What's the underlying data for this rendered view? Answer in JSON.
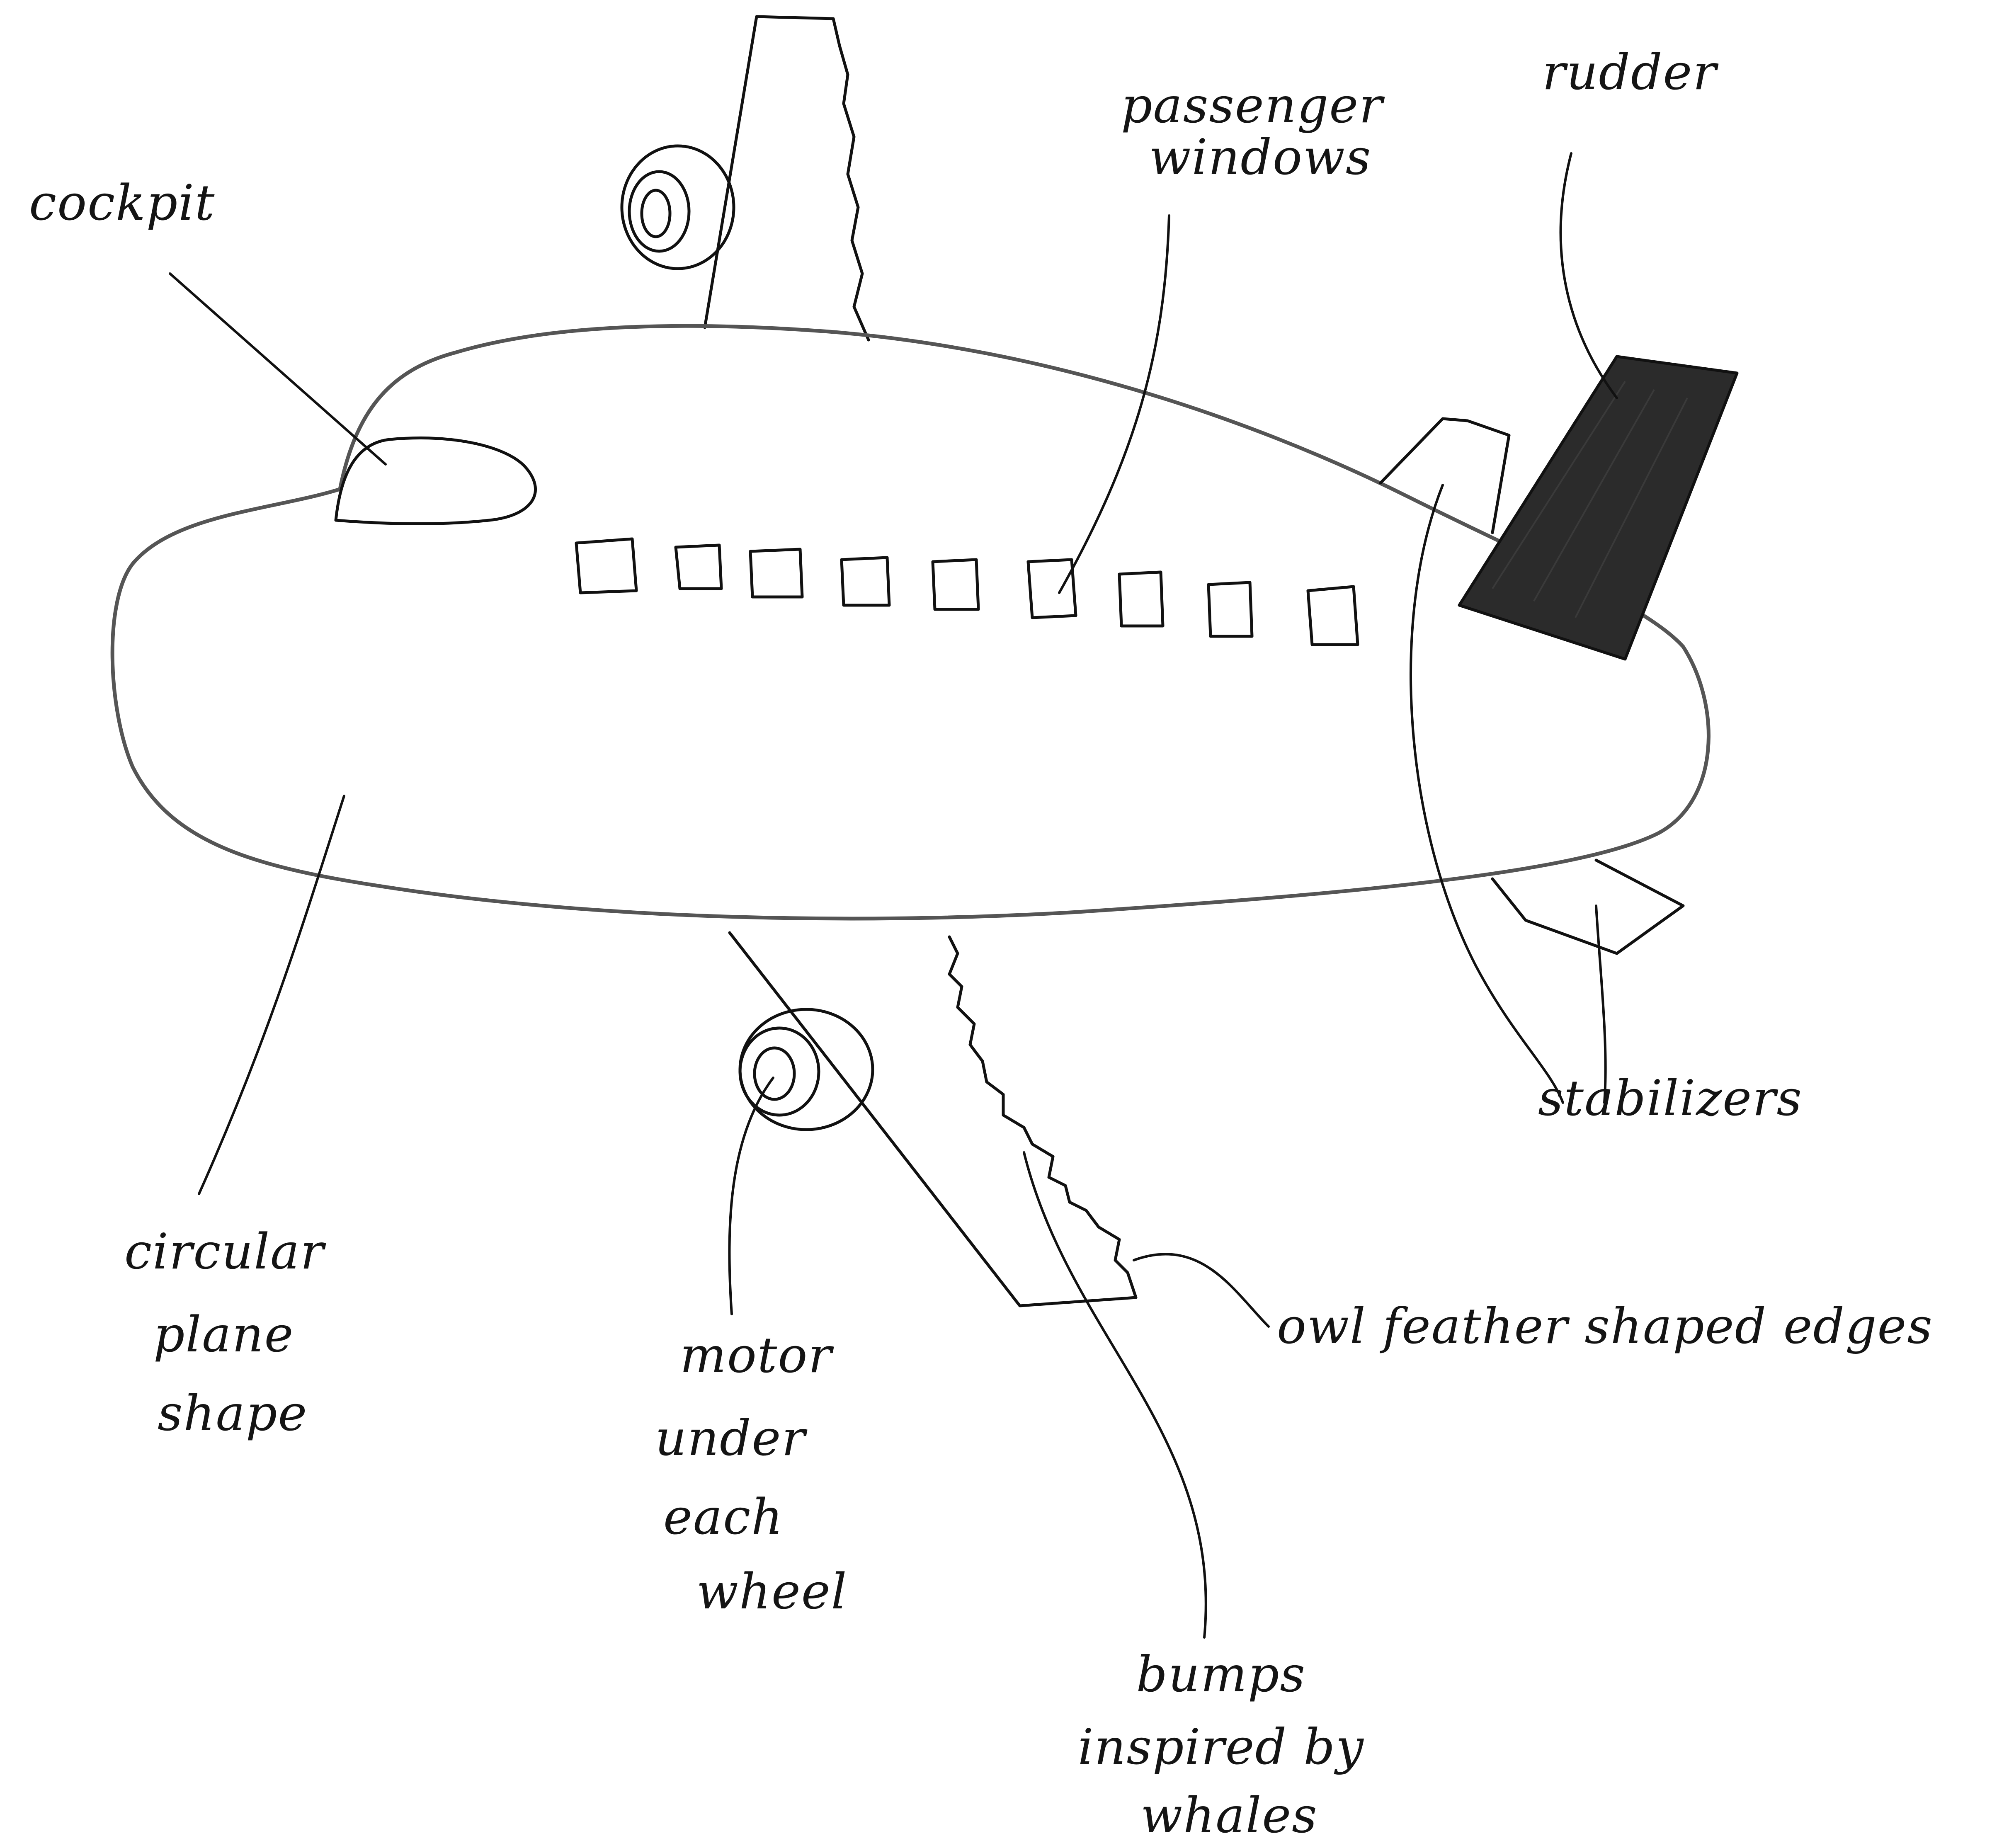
{
  "labels": {
    "cockpit": "cockpit",
    "passenger_windows": [
      "passenger",
      "windows"
    ],
    "rudder": "rudder",
    "stabilizers": "stabilizers",
    "circular_plane_shape": [
      "circular",
      "plane",
      "shape"
    ],
    "motor_under_each_wheel": [
      "motor",
      "under",
      "each",
      "wheel"
    ],
    "owl_feather_edges": "owl feather shaped edges",
    "bumps_inspired_by_whales": [
      "bumps",
      "inspired by",
      "whales"
    ]
  },
  "colors": {
    "ink": "#111111",
    "pencil": "#555555",
    "rudder_fill": "#2b2b2b",
    "paper": "#ffffff"
  }
}
